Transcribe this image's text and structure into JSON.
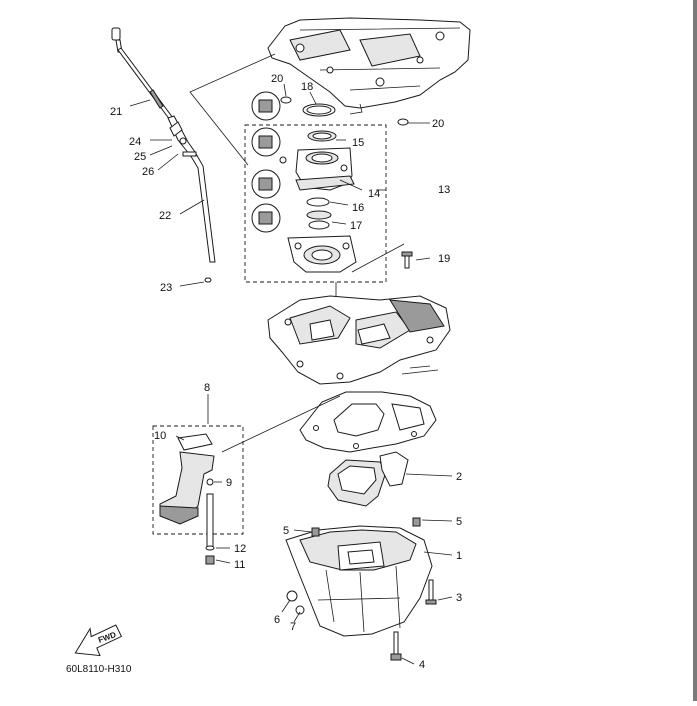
{
  "diagram": {
    "drawing_code": "60L8110-H310",
    "fwd_label": "FWD",
    "callouts": [
      {
        "id": "c1",
        "text": "1"
      },
      {
        "id": "c2",
        "text": "2"
      },
      {
        "id": "c3",
        "text": "3"
      },
      {
        "id": "c4",
        "text": "4"
      },
      {
        "id": "c5a",
        "text": "5"
      },
      {
        "id": "c5b",
        "text": "5"
      },
      {
        "id": "c6",
        "text": "6"
      },
      {
        "id": "c7",
        "text": "7"
      },
      {
        "id": "c8",
        "text": "8"
      },
      {
        "id": "c9",
        "text": "9"
      },
      {
        "id": "c10",
        "text": "10"
      },
      {
        "id": "c11",
        "text": "11"
      },
      {
        "id": "c12",
        "text": "12"
      },
      {
        "id": "c13",
        "text": "13"
      },
      {
        "id": "c14",
        "text": "14"
      },
      {
        "id": "c15",
        "text": "15"
      },
      {
        "id": "c16",
        "text": "16"
      },
      {
        "id": "c17",
        "text": "17"
      },
      {
        "id": "c18",
        "text": "18"
      },
      {
        "id": "c19",
        "text": "19"
      },
      {
        "id": "c20a",
        "text": "20"
      },
      {
        "id": "c20b",
        "text": "20"
      },
      {
        "id": "c21",
        "text": "21"
      },
      {
        "id": "c22",
        "text": "22"
      },
      {
        "id": "c23",
        "text": "23"
      },
      {
        "id": "c24",
        "text": "24"
      },
      {
        "id": "c25",
        "text": "25"
      },
      {
        "id": "c26",
        "text": "26"
      }
    ]
  }
}
